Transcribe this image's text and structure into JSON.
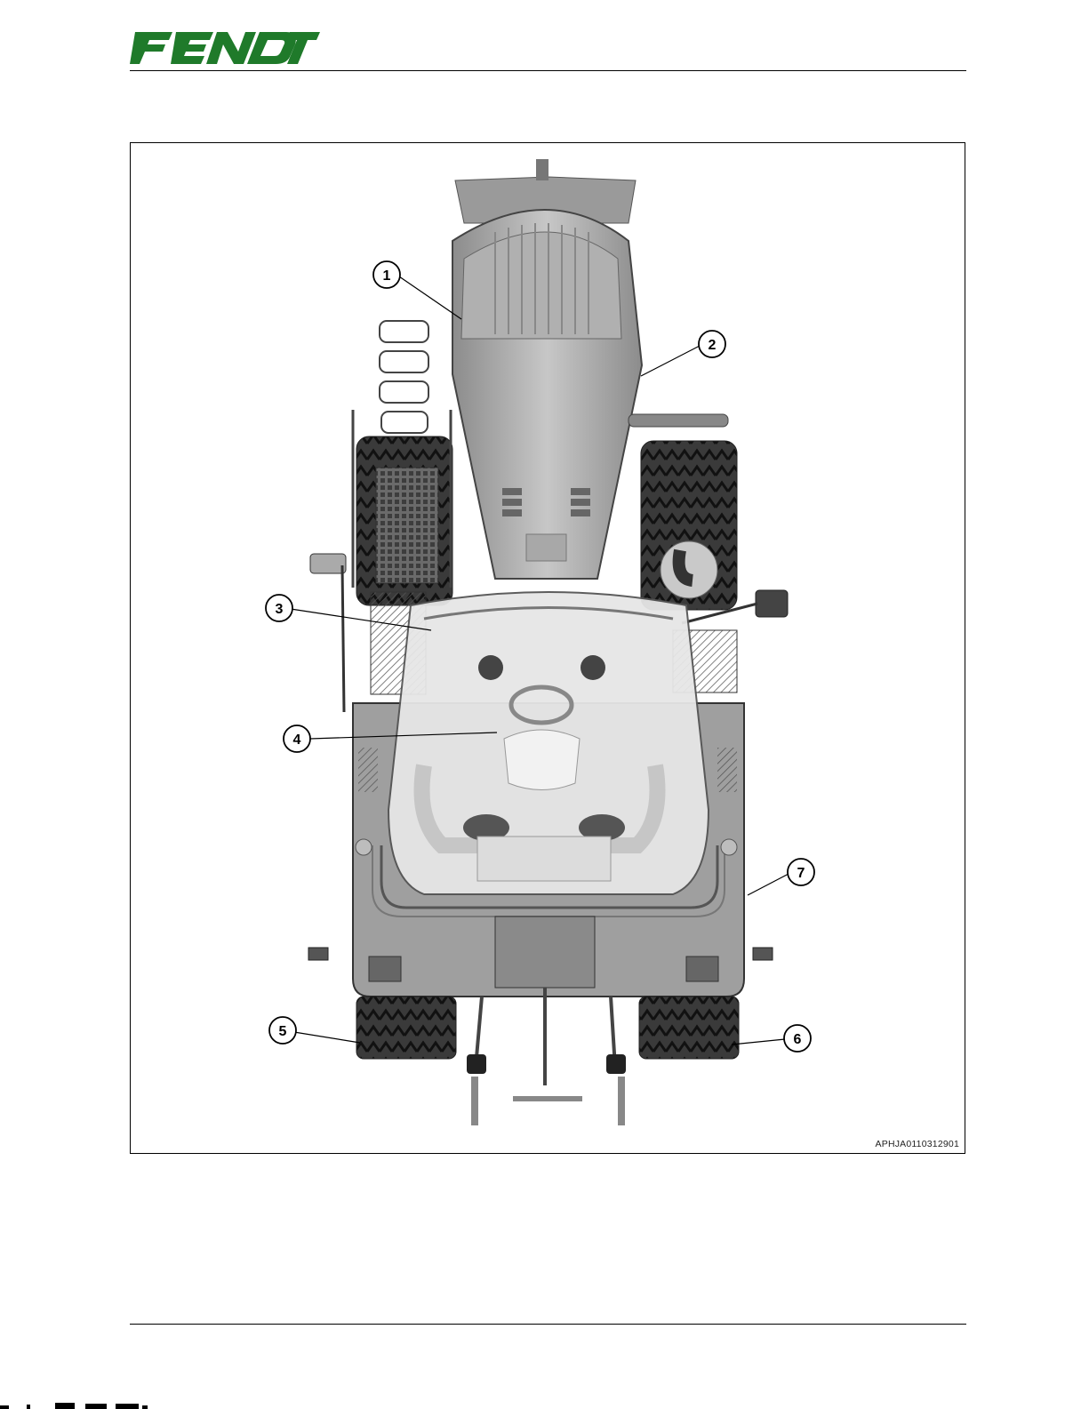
{
  "brand": {
    "logo_text": "FENDT",
    "color": "#1f7a2a"
  },
  "figure": {
    "image_id": "APHJA0110312901",
    "callouts": [
      {
        "label": "1"
      },
      {
        "label": "2"
      },
      {
        "label": "3"
      },
      {
        "label": "4"
      },
      {
        "label": "5"
      },
      {
        "label": "6"
      },
      {
        "label": "7"
      }
    ]
  }
}
